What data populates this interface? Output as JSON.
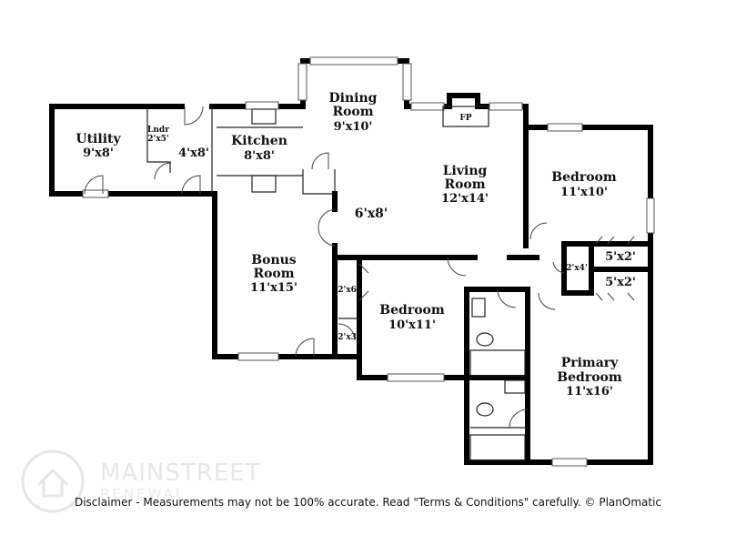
{
  "rooms": {
    "utility": {
      "name": "Utility",
      "size": "9'x8'"
    },
    "laundry": {
      "name": "Lndr",
      "size": "2'x5'"
    },
    "hall_small": {
      "size": "4'x8'"
    },
    "kitchen": {
      "name": "Kitchen",
      "size": "8'x8'"
    },
    "dining": {
      "name1": "Dining",
      "name2": "Room",
      "size": "9'x10'"
    },
    "fireplace": {
      "label": "FP"
    },
    "living": {
      "name1": "Living",
      "name2": "Room",
      "size": "12'x14'"
    },
    "bedroom_ne": {
      "name": "Bedroom",
      "size": "11'x10'"
    },
    "hall": {
      "size": "6'x8'"
    },
    "bonus": {
      "name1": "Bonus",
      "name2": "Room",
      "size": "11'x15'"
    },
    "closet_bonus": {
      "size": "2'x6'"
    },
    "closet_bonus2": {
      "size": "2'x3'"
    },
    "bedroom_mid": {
      "name": "Bedroom",
      "size": "10'x11'"
    },
    "closet_24": {
      "size": "2'x4'"
    },
    "closet_52a": {
      "size": "5'x2'"
    },
    "closet_52b": {
      "size": "5'x2'"
    },
    "primary": {
      "name1": "Primary",
      "name2": "Bedroom",
      "size": "11'x16'"
    }
  },
  "footer": {
    "disclaimer": "Disclaimer - Measurements may not be 100% accurate. Read \"Terms & Conditions\" carefully. © PlanOmatic"
  },
  "watermark": {
    "line1": "MAINSTREET",
    "line2": "RENEWAL"
  }
}
